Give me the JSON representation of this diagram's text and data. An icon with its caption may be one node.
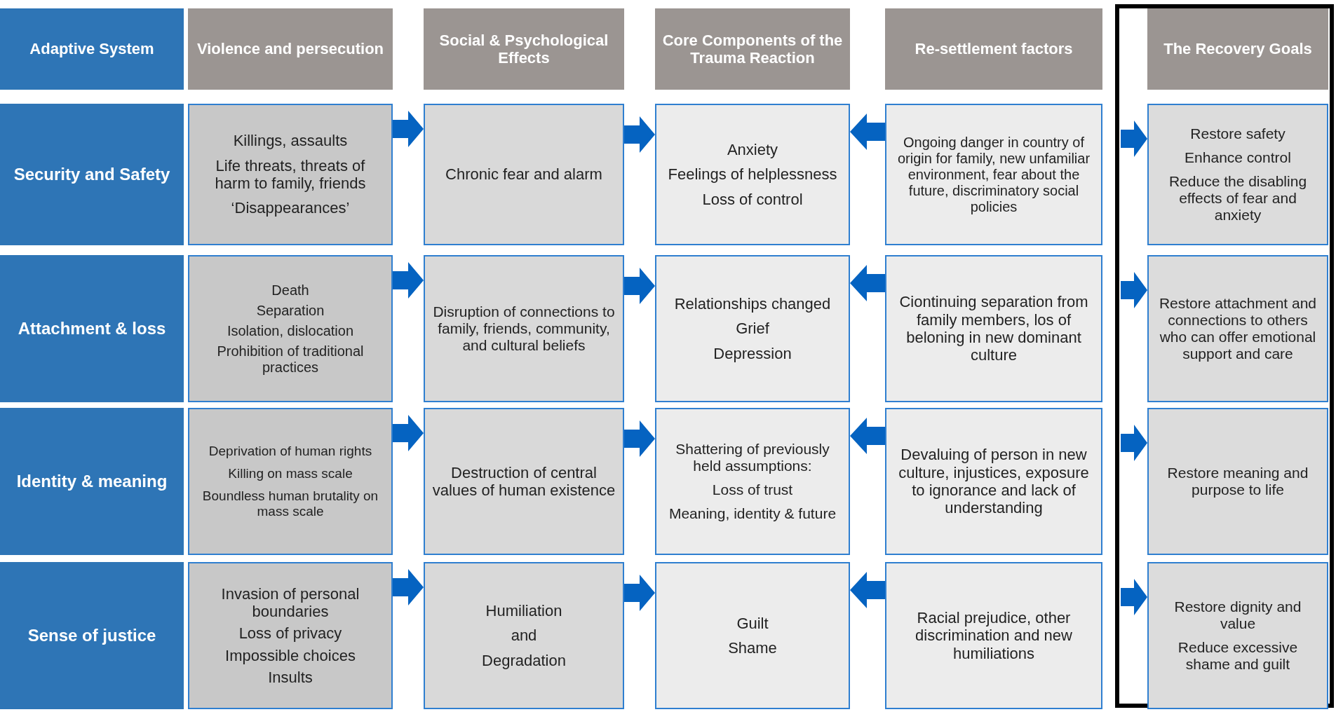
{
  "diagram": {
    "nodes": [
      {
        "text": [
          "Adaptive System"
        ]
      },
      {
        "text": [
          "Violence and persecution"
        ]
      },
      {
        "text": [
          "Social & Psychological Effects"
        ]
      },
      {
        "text": [
          "Core Components of the Trauma Reaction"
        ]
      },
      {
        "text": [
          "Re-settlement factors"
        ]
      },
      {
        "text": [
          "The Recovery Goals"
        ]
      },
      {
        "text": [
          "Security and Safety"
        ]
      },
      {
        "text": [
          "Killings, assaults",
          "Life threats, threats of harm to family, friends",
          "‘Disappearances’"
        ]
      },
      {
        "text": [
          "Chronic fear and alarm"
        ]
      },
      {
        "text": [
          "Anxiety",
          "Feelings of helplessness",
          "Loss of control"
        ]
      },
      {
        "text": [
          "Ongoing danger in country of origin for family, new unfamiliar environment, fear about the future, discriminatory social policies"
        ]
      },
      {
        "text": [
          "Restore safety",
          "Enhance control",
          "Reduce the disabling effects of fear and anxiety"
        ]
      },
      {
        "text": [
          "Attachment & loss"
        ]
      },
      {
        "text": [
          "Death",
          "Separation",
          "Isolation, dislocation",
          "Prohibition of traditional practices"
        ]
      },
      {
        "text": [
          "Disruption of connections to family, friends, community, and cultural beliefs"
        ]
      },
      {
        "text": [
          "Relationships changed",
          "Grief",
          "Depression"
        ]
      },
      {
        "text": [
          "Ciontinuing separation from family members, los of beloning in new dominant culture"
        ]
      },
      {
        "text": [
          "Restore attachment and connections to others who can offer emotional support and care"
        ]
      },
      {
        "text": [
          "Identity & meaning"
        ]
      },
      {
        "text": [
          "Deprivation of human rights",
          "Killing on mass scale",
          "Boundless human brutality on mass scale"
        ]
      },
      {
        "text": [
          "Destruction of central values of human existence"
        ]
      },
      {
        "text": [
          "Shattering of previously held assumptions:",
          "Loss of trust",
          "Meaning, identity & future"
        ]
      },
      {
        "text": [
          "Devaluing of person in new culture, injustices, exposure to ignorance and lack of understanding"
        ]
      },
      {
        "text": [
          "Restore meaning and purpose to life"
        ]
      },
      {
        "text": [
          "Sense of justice"
        ]
      },
      {
        "text": [
          "Invasion of personal boundaries",
          "Loss of privacy",
          "Impossible choices",
          "Insults"
        ]
      },
      {
        "text": [
          "Humiliation",
          "and",
          "Degradation"
        ]
      },
      {
        "text": [
          "Guilt",
          "Shame"
        ]
      },
      {
        "text": [
          "Racial prejudice, other discrimination and new humiliations"
        ]
      },
      {
        "text": [
          "Restore dignity and value",
          "Reduce excessive shame and guilt"
        ]
      }
    ],
    "edges": [
      {
        "from": 7,
        "to": 8,
        "arrow": "to"
      },
      {
        "from": 8,
        "to": 9,
        "arrow": "to"
      },
      {
        "from": 10,
        "to": 9,
        "arrow": "to"
      },
      {
        "from": null,
        "to": 11,
        "arrow": "to"
      },
      {
        "from": 13,
        "to": 14,
        "arrow": "to"
      },
      {
        "from": 14,
        "to": 15,
        "arrow": "to"
      },
      {
        "from": 16,
        "to": 15,
        "arrow": "to"
      },
      {
        "from": null,
        "to": 17,
        "arrow": "to"
      },
      {
        "from": 19,
        "to": 20,
        "arrow": "to"
      },
      {
        "from": 20,
        "to": 21,
        "arrow": "to"
      },
      {
        "from": 22,
        "to": 21,
        "arrow": "to"
      },
      {
        "from": null,
        "to": 23,
        "arrow": "to"
      },
      {
        "from": 25,
        "to": 26,
        "arrow": "to"
      },
      {
        "from": 26,
        "to": 27,
        "arrow": "to"
      },
      {
        "from": 28,
        "to": 27,
        "arrow": "to"
      },
      {
        "from": null,
        "to": 29,
        "arrow": "to"
      }
    ]
  }
}
